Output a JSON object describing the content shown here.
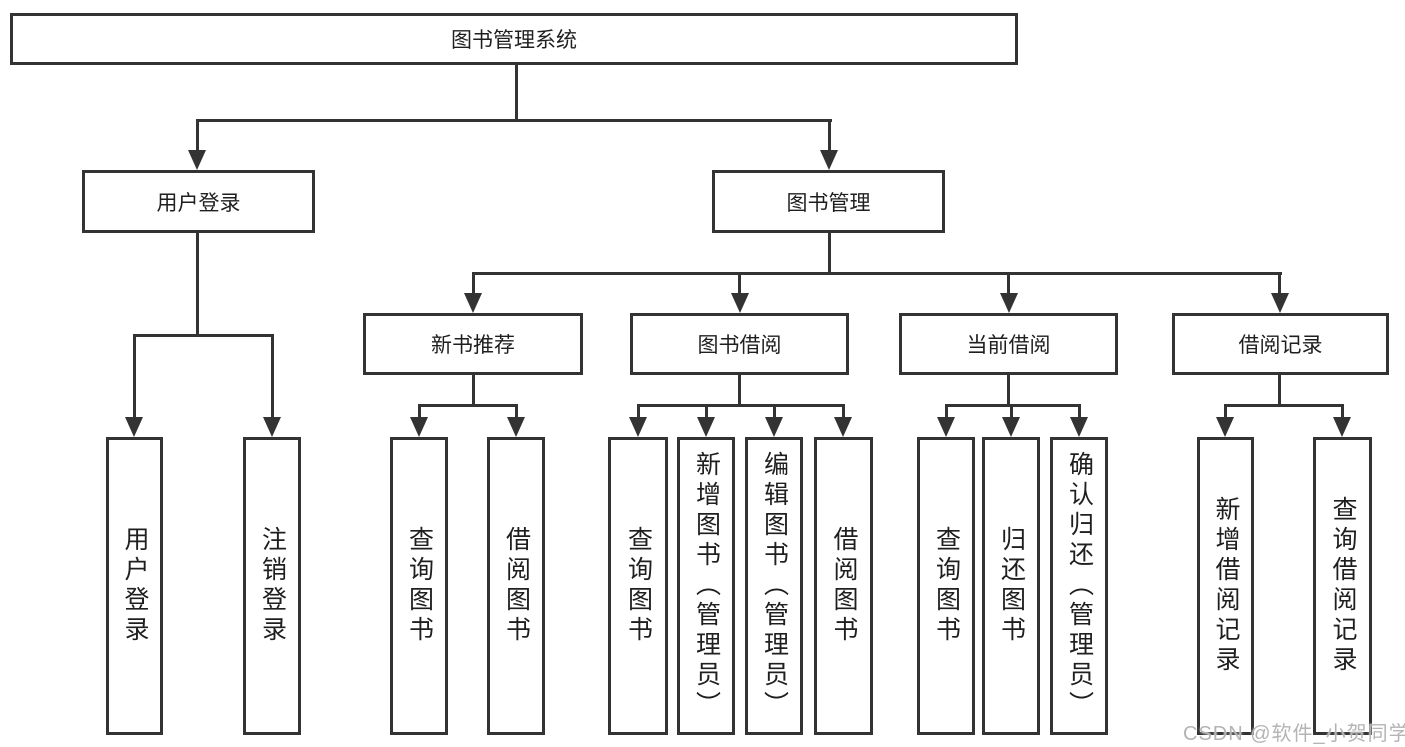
{
  "diagram": {
    "root": {
      "label": "图书管理系统"
    },
    "level2": [
      {
        "label": "用户登录"
      },
      {
        "label": "图书管理"
      }
    ],
    "level3": [
      {
        "label": "新书推荐"
      },
      {
        "label": "图书借阅"
      },
      {
        "label": "当前借阅"
      },
      {
        "label": "借阅记录"
      }
    ],
    "leaves": {
      "user_login": [
        {
          "label": "用户登录"
        },
        {
          "label": "注销登录"
        }
      ],
      "new_book": [
        {
          "label": "查询图书"
        },
        {
          "label": "借阅图书"
        }
      ],
      "book_borrow": [
        {
          "label": "查询图书"
        },
        {
          "label": "新增图书（管理员）"
        },
        {
          "label": "编辑图书（管理员）"
        },
        {
          "label": "借阅图书"
        }
      ],
      "current_borrow": [
        {
          "label": "查询图书"
        },
        {
          "label": "归还图书"
        },
        {
          "label": "确认归还（管理员）"
        }
      ],
      "borrow_record": [
        {
          "label": "新增借阅记录"
        },
        {
          "label": "查询借阅记录"
        }
      ]
    }
  },
  "watermark": {
    "text": "CSDN @软件_小贺同学"
  },
  "colors": {
    "line": "#333333",
    "text": "#1f1f1f",
    "box_background": "#ffffff",
    "page_background": "#ffffff",
    "watermark": "#b4b4b4"
  }
}
